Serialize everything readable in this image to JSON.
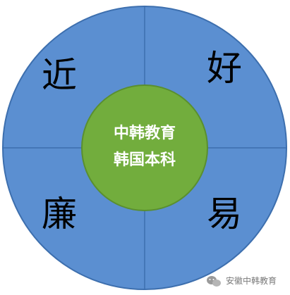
{
  "diagram": {
    "quadrants": [
      {
        "id": "top-left",
        "char": "近"
      },
      {
        "id": "top-right",
        "char": "好"
      },
      {
        "id": "bottom-left",
        "char": "廉"
      },
      {
        "id": "bottom-right",
        "char": "易"
      }
    ],
    "center": {
      "line1": "中韩教育",
      "line2": "韩国本科"
    },
    "colors": {
      "outer_fill": "#5b8fd1",
      "outer_stroke": "#3d6fae",
      "divider": "#3d6fae",
      "center_fill": "#72ad3d",
      "center_stroke": "#5a8f2f",
      "background": "#ffffff"
    }
  },
  "watermark": {
    "icon": "wechat-icon",
    "text": "安徽中韩教育"
  }
}
